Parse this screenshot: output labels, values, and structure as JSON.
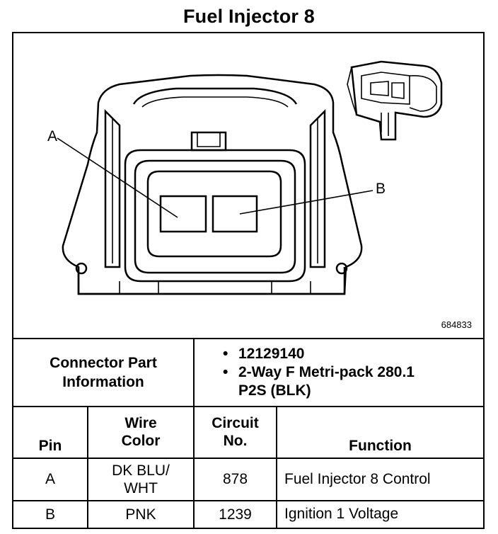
{
  "title": "Fuel Injector 8",
  "figure_id": "684833",
  "pin_callouts": {
    "a": "A",
    "b": "B"
  },
  "connector_part_info": {
    "label_line1": "Connector Part",
    "label_line2": "Information",
    "bullet": "•",
    "items": [
      {
        "line1": "12129140",
        "line2": ""
      },
      {
        "line1": "2-Way F Metri-pack 280.1",
        "line2": "P2S (BLK)"
      }
    ]
  },
  "headers": {
    "pin": "Pin",
    "wire_color_line1": "Wire",
    "wire_color_line2": "Color",
    "circuit_line1": "Circuit",
    "circuit_line2": "No.",
    "function": "Function"
  },
  "rows": [
    {
      "pin": "A",
      "wire_line1": "DK BLU/",
      "wire_line2": "WHT",
      "circuit": "878",
      "function": "Fuel Injector 8 Control"
    },
    {
      "pin": "B",
      "wire_line1": "PNK",
      "wire_line2": "",
      "circuit": "1239",
      "function": "Ignition 1 Voltage"
    }
  ]
}
